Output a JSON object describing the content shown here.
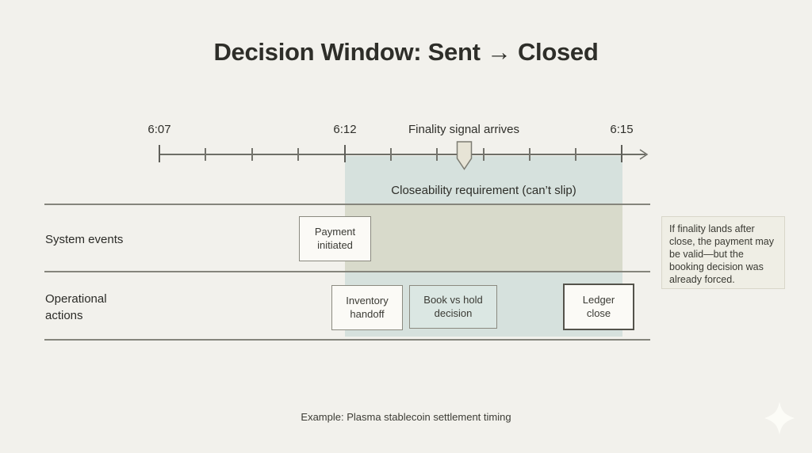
{
  "title": "Decision Window: Sent → Closed",
  "timeline": {
    "labels": [
      {
        "text": "6:07"
      },
      {
        "text": "6:12"
      },
      {
        "text": "6:15"
      }
    ],
    "finality_label": "Finality signal arrives"
  },
  "window": {
    "label": "Closeability requirement (can’t slip)"
  },
  "rows": [
    {
      "label": "System events"
    },
    {
      "label": "Operational actions"
    }
  ],
  "events": [
    {
      "label": "Payment initiated"
    },
    {
      "label": "Inventory handoff"
    },
    {
      "label": "Book vs hold decision"
    },
    {
      "label": "Ledger close"
    }
  ],
  "annotation": {
    "text": "If finality lands after close, the payment may be valid—but the booking decision was already forced."
  },
  "caption": "Example: Plasma stablecoin settlement timing",
  "colors": {
    "background": "#f2f1ec",
    "window_teal": "#d6e1dd",
    "window_olive": "#d8dacb",
    "box_white": "#fbfaf6",
    "box_teal": "#dbe7e3",
    "marker_fill": "#e7e4d6"
  }
}
